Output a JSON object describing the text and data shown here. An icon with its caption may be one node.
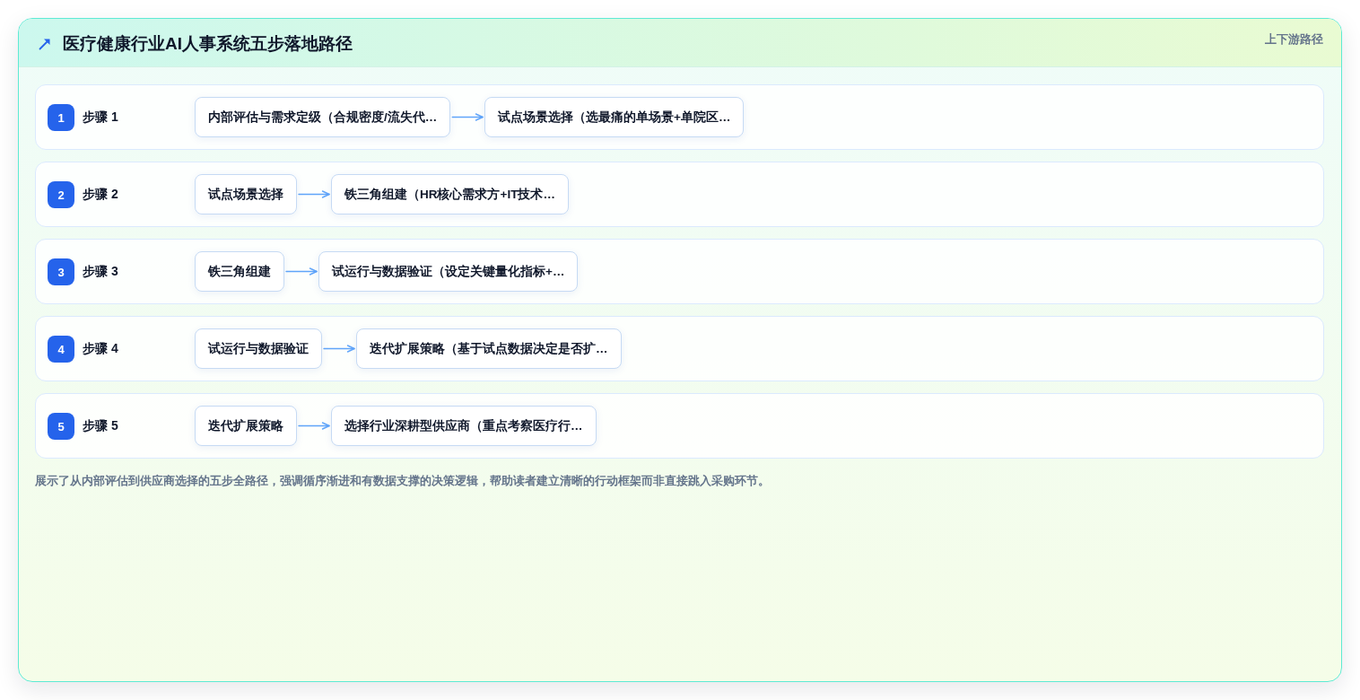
{
  "diagram": {
    "title": "医疗健康行业AI人事系统五步落地路径",
    "caption": "展示了从内部评估到供应商选择的五步全路径，强调循序渐进和有数据支撑的决策逻辑，帮助读者建立清晰的行动框架而非直接跳入采购环节。",
    "labels": [
      "上下游路径"
    ],
    "nodes": [
      {
        "text": [
          "步骤 1"
        ]
      },
      {
        "text": [
          "1"
        ],
        "in": 0
      },
      {
        "text": [
          "内部评估与需求定级（合规密度/流失代…"
        ],
        "in": 0
      },
      {
        "text": [
          "试点场景选择（选最痛的单场景+单院区…"
        ],
        "in": 0
      },
      {
        "text": [
          "步骤 2"
        ]
      },
      {
        "text": [
          "2"
        ],
        "in": 4
      },
      {
        "text": [
          "试点场景选择"
        ],
        "in": 4
      },
      {
        "text": [
          "铁三角组建（HR核心需求方+IT技术…"
        ],
        "in": 4
      },
      {
        "text": [
          "步骤 3"
        ]
      },
      {
        "text": [
          "3"
        ],
        "in": 8
      },
      {
        "text": [
          "铁三角组建"
        ],
        "in": 8
      },
      {
        "text": [
          "试运行与数据验证（设定关键量化指标+…"
        ],
        "in": 8
      },
      {
        "text": [
          "步骤 4"
        ]
      },
      {
        "text": [
          "4"
        ],
        "in": 12
      },
      {
        "text": [
          "试运行与数据验证"
        ],
        "in": 12
      },
      {
        "text": [
          "迭代扩展策略（基于试点数据决定是否扩…"
        ],
        "in": 12
      },
      {
        "text": [
          "步骤 5"
        ]
      },
      {
        "text": [
          "5"
        ],
        "in": 16
      },
      {
        "text": [
          "迭代扩展策略"
        ],
        "in": 16
      },
      {
        "text": [
          "选择行业深耕型供应商（重点考察医疗行…"
        ],
        "in": 16
      }
    ],
    "edges": [
      {
        "from": 2,
        "to": 3,
        "arrow": "to"
      },
      {
        "from": 6,
        "to": 7,
        "arrow": "to"
      },
      {
        "from": 10,
        "to": 11,
        "arrow": "to"
      },
      {
        "from": 14,
        "to": 15,
        "arrow": "to"
      },
      {
        "from": 18,
        "to": 19,
        "arrow": "to"
      }
    ]
  }
}
